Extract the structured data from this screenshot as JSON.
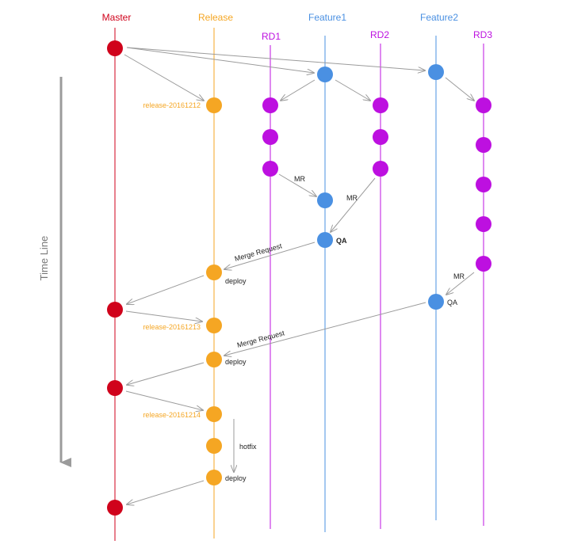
{
  "colors": {
    "master": "#d0021b",
    "release": "#f5a623",
    "feature": "#4a90e2",
    "rd": "#bd10e0",
    "arrow": "#9b9b9b",
    "timeline": "#9b9b9b",
    "text": "#222222"
  },
  "headers": {
    "master": "Master",
    "release": "Release",
    "feature1": "Feature1",
    "feature2": "Feature2",
    "rd1": "RD1",
    "rd2": "RD2",
    "rd3": "RD3"
  },
  "timeline_label": "Time Line",
  "release_tags": {
    "r1": "release-20161212",
    "r2": "release-20161213",
    "r3": "release-20161214"
  },
  "annotations": {
    "mr_rd1": "MR",
    "mr_rd2": "MR",
    "mr_rd3": "MR",
    "qa_feature1": "QA",
    "qa_feature2": "QA",
    "merge_request_1": "Merge Request",
    "merge_request_2": "Merge Request",
    "deploy_1": "deploy",
    "deploy_2": "deploy",
    "deploy_3": "deploy",
    "hotfix": "hotfix"
  }
}
